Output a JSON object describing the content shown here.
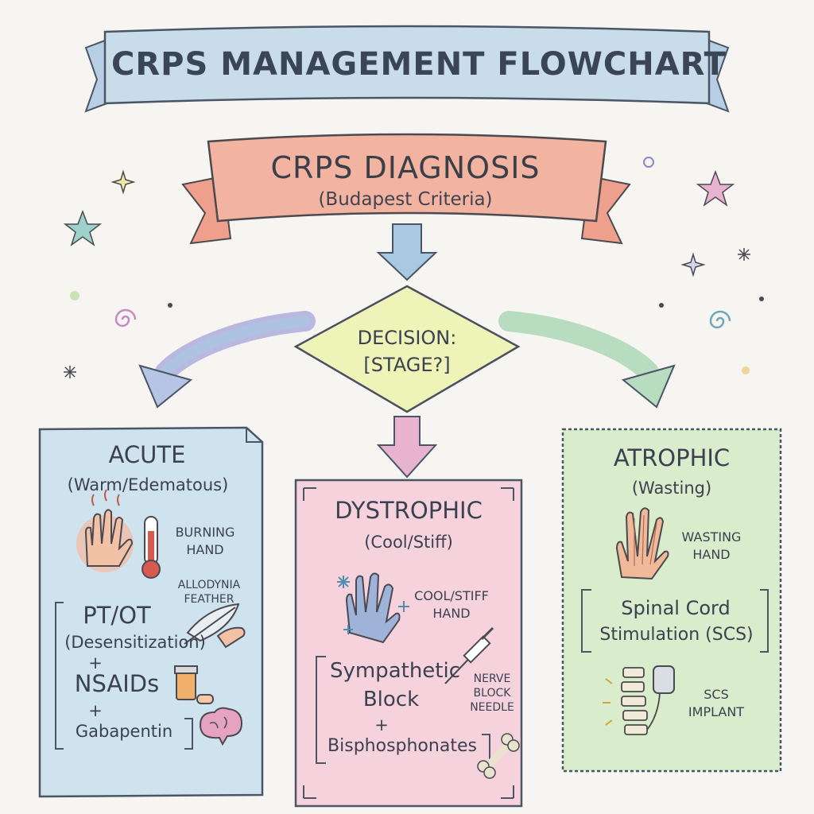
{
  "title": "CRPS MANAGEMENT FLOWCHART",
  "diagnosis": {
    "title": "CRPS DIAGNOSIS",
    "subtitle": "(Budapest Criteria)"
  },
  "decision": {
    "line1": "DECISION:",
    "line2": "[STAGE?]"
  },
  "acute": {
    "title": "ACUTE",
    "subtitle": "(Warm/Edematous)",
    "icon_label_1": "BURNING",
    "icon_label_2": "HAND",
    "feather_label_1": "ALLODYNIA",
    "feather_label_2": "FEATHER",
    "treat_1": "PT/OT",
    "treat_2": "(Desensitization)",
    "plus_1": "+",
    "treat_3": "NSAIDs",
    "plus_2": "+",
    "treat_4": "Gabapentin"
  },
  "dystrophic": {
    "title": "DYSTROPHIC",
    "subtitle": "(Cool/Stiff)",
    "icon_label_1": "COOL/STIFF",
    "icon_label_2": "HAND",
    "treat_1": "Sympathetic",
    "treat_2": "Block",
    "plus": "+",
    "treat_3": "Bisphosphonates",
    "needle_label_1": "NERVE",
    "needle_label_2": "BLOCK",
    "needle_label_3": "NEEDLE"
  },
  "atrophic": {
    "title": "ATROPHIC",
    "subtitle": "(Wasting)",
    "icon_label_1": "WASTING",
    "icon_label_2": "HAND",
    "treat_1": "Spinal Cord",
    "treat_2": "Stimulation (SCS)",
    "implant_label_1": "SCS",
    "implant_label_2": "IMPLANT"
  },
  "colors": {
    "title_ribbon": "#c9dcea",
    "diagnosis_ribbon": "#f2b3a0",
    "decision": "#eef3b8",
    "acute_box": "#cfe3ee",
    "dystrophic_box": "#f6d3dc",
    "atrophic_box": "#d9eccb",
    "arrow_blue": "#a9c8e2",
    "arrow_purple": "#b9b8e0",
    "arrow_pink": "#e8b3cf",
    "arrow_green": "#b8dcc0",
    "ink": "#3a3f4a"
  },
  "icons": [
    "star-icon",
    "spiral-icon",
    "hand-icon",
    "thermometer-icon",
    "feather-icon",
    "pill-bottle-icon",
    "brain-icon",
    "snowflake-icon",
    "syringe-icon",
    "bone-icon",
    "spine-icon",
    "stimulator-device-icon"
  ]
}
